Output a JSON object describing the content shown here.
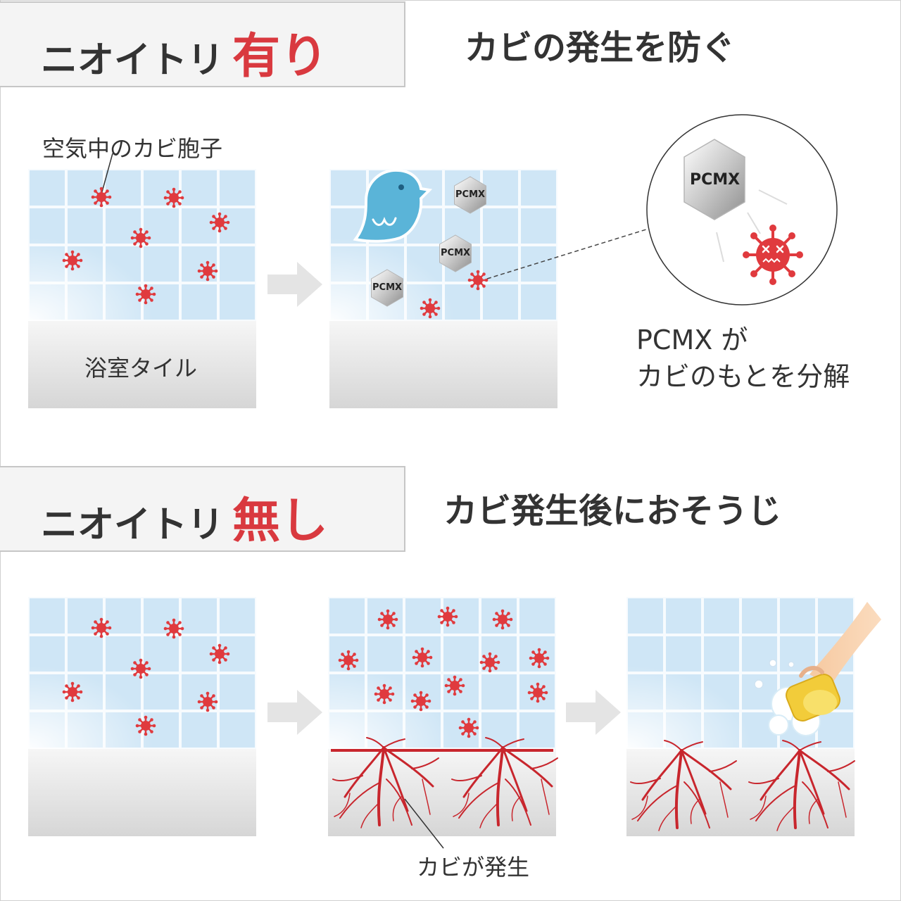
{
  "top": {
    "header_main": "ニオイトリ",
    "header_accent": "有り",
    "subtitle": "カビの発生を防ぐ",
    "label_spores": "空気中のカビ胞子",
    "label_tile": "浴室タイル",
    "pcmx": "PCMX",
    "result_line1": "PCMX が",
    "result_line2": "カビのもとを分解"
  },
  "bottom": {
    "header_main": "ニオイトリ",
    "header_accent": "無し",
    "subtitle": "カビ発生後におそうじ",
    "label_mold": "カビが発生"
  },
  "colors": {
    "accent_red": "#d9393f",
    "spore_red": "#e03a3e",
    "bird_blue": "#5ab4d8",
    "tile_blue": "#cfe6f6",
    "grout": "#f7fbfe",
    "text_dark": "#333333"
  },
  "icons": [
    "bird-mascot-icon",
    "hexagon-pcmx-icon",
    "spore-icon",
    "dead-spore-icon",
    "hand-sponge-icon",
    "arrow-right-icon"
  ]
}
